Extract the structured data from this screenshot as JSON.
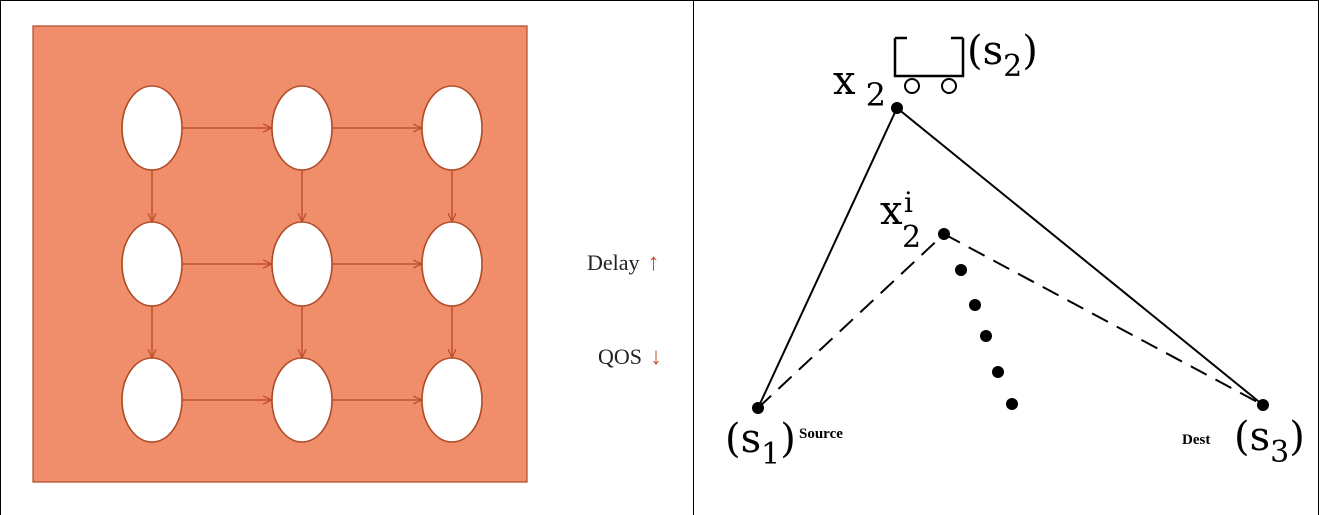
{
  "colors": {
    "panel_fill": "#f08e6b",
    "node_stroke": "#b04a26",
    "arrow": "#c0502a",
    "line": "#000000"
  },
  "left": {
    "grid_rows": 3,
    "grid_cols": 3,
    "delay_label": "Delay",
    "delay_arrow": "↑",
    "qos_label": "QOS",
    "qos_arrow": "↓"
  },
  "right": {
    "x2_label": "x",
    "x2_sub": "2",
    "s2_label": "s",
    "s2_sub": "2",
    "x2i_label": "x",
    "x2i_sub": "2",
    "x2i_sup": "i",
    "s1_label": "s",
    "s1_sub": "1",
    "s3_label": "s",
    "s3_sub": "3",
    "source_label": "Source",
    "dest_label": "Dest"
  }
}
